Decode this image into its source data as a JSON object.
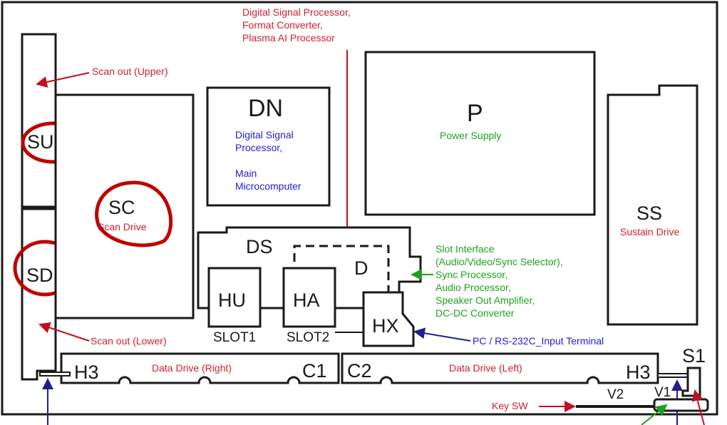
{
  "boards": {
    "su": "SU",
    "sc": "SC",
    "sd": "SD",
    "dn": "DN",
    "p": "P",
    "ss": "SS",
    "ds": "DS",
    "d": "D",
    "hu": "HU",
    "ha": "HA",
    "hx": "HX",
    "c1": "C1",
    "c2": "C2",
    "h3_left": "H3",
    "h3_right": "H3",
    "s1": "S1",
    "v1": "V1",
    "v2": "V2",
    "slot1": "SLOT1",
    "slot2": "SLOT2"
  },
  "labels": {
    "d_desc": [
      "Digital Signal Processor,",
      "Format Converter,",
      "Plasma AI Processor"
    ],
    "scan_upper": "Scan out (Upper)",
    "scan_lower": "Scan out (Lower)",
    "scan_drive": "Scan Drive",
    "dn_desc": [
      "Digital Signal",
      "Processor,",
      "",
      "Main",
      "Microcomputer"
    ],
    "power_supply": "Power Supply",
    "sustain_drive": "Sustain Drive",
    "ds_desc": [
      "Slot Interface",
      "(Audio/Video/Sync Selector),",
      "Sync Processor,",
      "Audio Processor,",
      "Speaker Out Amplifier,",
      "DC-DC Converter"
    ],
    "hx_desc": "PC / RS-232C_Input  Terminal",
    "data_right": "Data Drive (Right)",
    "data_left": "Data Drive (Left)",
    "key_sw": "Key SW"
  },
  "colors": {
    "red": "#d02030",
    "blue": "#2020d0",
    "green": "#20a020",
    "highlight": "#c00000"
  }
}
